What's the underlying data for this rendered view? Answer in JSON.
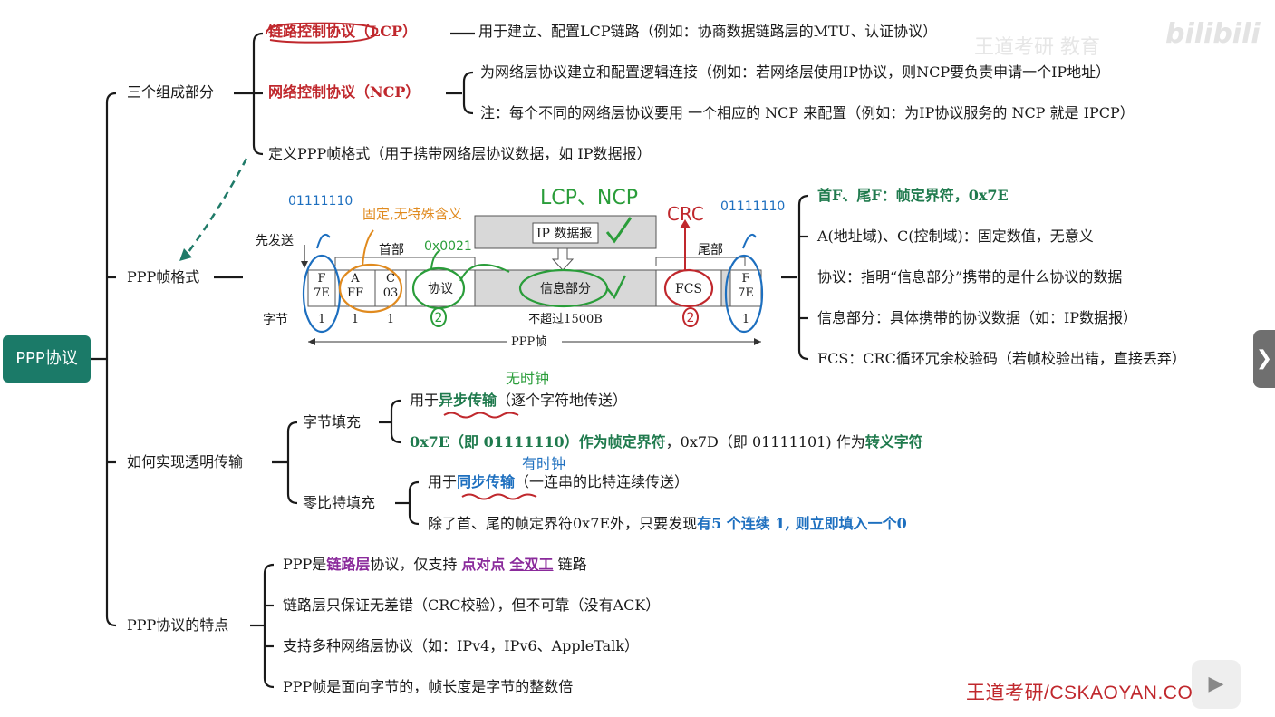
{
  "root": "PPP协议",
  "branches": {
    "components": {
      "label": "三个组成部分",
      "lcp_name": "链路控制协议（LCP）",
      "lcp_desc": "用于建立、配置LCP链路（例如：协商数据链路层的MTU、认证协议）",
      "ncp_name": "网络控制协议（NCP）",
      "ncp_desc1": "为网络层协议建立和配置逻辑连接（例如：若网络层使用IP协议，则NCP要负责申请一个IP地址）",
      "ncp_desc2": "注：每个不同的网络层协议要用 一个相应的 NCP 来配置（例如：为IP协议服务的 NCP 就是 IPCP）",
      "frame_def": "定义PPP帧格式（用于携带网络层协议数据，如 IP数据报）"
    },
    "frame": {
      "label": "PPP帧格式",
      "items": [
        "首F、尾F：帧定界符，0x7E",
        "A(地址域)、C(控制域)：固定数值，无意义",
        "协议：指明“信息部分”携带的是什么协议的数据",
        "信息部分：具体携带的协议数据（如：IP数据报）",
        "FCS：CRC循环冗余校验码（若帧校验出错，直接丢弃）"
      ],
      "diagram": {
        "send_first": "先发送",
        "header": "首部",
        "trailer": "尾部",
        "ip_datagram": "IP 数据报",
        "bytes_label": "字节",
        "frame_label": "PPP帧",
        "fields": [
          {
            "top": "F",
            "bottom": "7E",
            "bytes": "1"
          },
          {
            "top": "A",
            "bottom": "FF",
            "bytes": "1"
          },
          {
            "top": "C",
            "bottom": "03",
            "bytes": "1"
          },
          {
            "top": "协议",
            "bottom": "",
            "bytes": "2"
          },
          {
            "top": "信息部分",
            "bottom": "",
            "bytes": "不超过1500B"
          },
          {
            "top": "FCS",
            "bottom": "",
            "bytes": "2"
          },
          {
            "top": "F",
            "bottom": "7E",
            "bytes": "1"
          }
        ],
        "notes": {
          "flag_bits_left": "01111110",
          "flag_bits_right": "01111110",
          "fixed_meaningless": "固定,无特殊含义",
          "proto_hex": "0x0021",
          "lcp_ncp": "LCP、NCP",
          "crc": "CRC"
        }
      }
    },
    "transparent": {
      "label": "如何实现透明传输",
      "byte_stuffing": {
        "label": "字节填充",
        "line1_pre": "用于",
        "line1_em": "异步传输",
        "line1_post": "（逐个字符地传送）",
        "line1_note": "无时钟",
        "line2_a": "0x7E（即 01111110）作为帧定界符",
        "line2_b": "，0x7D（即 01111101) 作为",
        "line2_c": "转义字符"
      },
      "bit_stuffing": {
        "label": "零比特填充",
        "line1_pre": "用于",
        "line1_em": "同步传输",
        "line1_post": "（一连串的比特连续传送）",
        "line1_note": "有时钟",
        "line2_a": "除了首、尾的帧定界符0x7E外，只要发现",
        "line2_b": "有5 个连续 1, 则立即填入一个0"
      }
    },
    "features": {
      "label": "PPP协议的特点",
      "f1_a": "PPP是",
      "f1_b": "链路层",
      "f1_c": "协议，仅支持 ",
      "f1_d": "点对点",
      "f1_e": "全双工",
      "f1_f": " 链路",
      "f2": "链路层只保证无差错（CRC校验），但不可靠（没有ACK）",
      "f3": "支持多种网络层协议（如：IPv4，IPv6、AppleTalk）",
      "f4": "PPP帧是面向字节的，帧长度是字节的整数倍"
    }
  },
  "watermark": "王道考研/CSKAOYAN.COM",
  "logo": "bilibili",
  "faint_overlay": "王道考研 教育",
  "colors": {
    "root_bg": "#1b7a68",
    "lcp_red": "#c0282d",
    "teal": "#1f7a4d",
    "blue": "#1d6fbf",
    "purple": "#8a2a9b"
  }
}
